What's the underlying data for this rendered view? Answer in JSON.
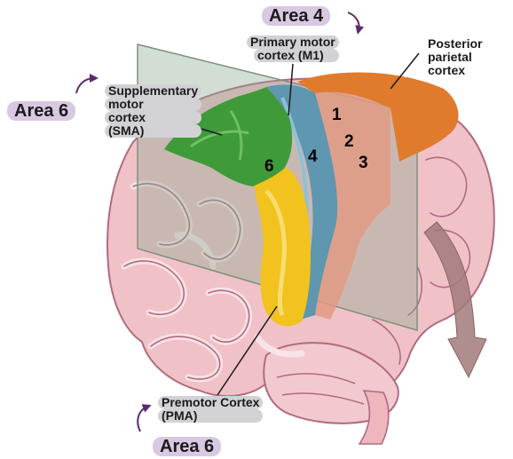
{
  "area_labels": {
    "area4_top": "Area 4",
    "area6_left": "Area 6",
    "area6_bottom": "Area 6"
  },
  "regions": {
    "m1": {
      "line1": "Primary motor",
      "line2": "cortex (M1)"
    },
    "ppc": {
      "line1": "Posterior",
      "line2": "parietal",
      "line3": "cortex"
    },
    "sma": {
      "line1": "Supplementary",
      "line2": "motor",
      "line3": "cortex",
      "line4": "(SMA)"
    },
    "pma": {
      "line1": "Premotor Cortex",
      "line2": "(PMA)"
    }
  },
  "brodmann_numbers": {
    "n1": "1",
    "n2": "2",
    "n3": "3",
    "n4": "4",
    "n6": "6"
  },
  "colors": {
    "brain_fill": "#f0c2c8",
    "gyrus_light": "#f8e3e6",
    "sulcus_line": "#b06a80",
    "area6_sma": "#3f9a3a",
    "area6_pma": "#f2c21e",
    "area4_m1": "#5f96b0",
    "somatosensory": "#e29a82",
    "parietal": "#e07b2e",
    "plane": "#8aa88e",
    "arrow": "#a27a7a",
    "label_highlight": "#d2d2d6",
    "area_tag": "#d9c8e2",
    "curl_arrow": "#5a2a6e"
  }
}
